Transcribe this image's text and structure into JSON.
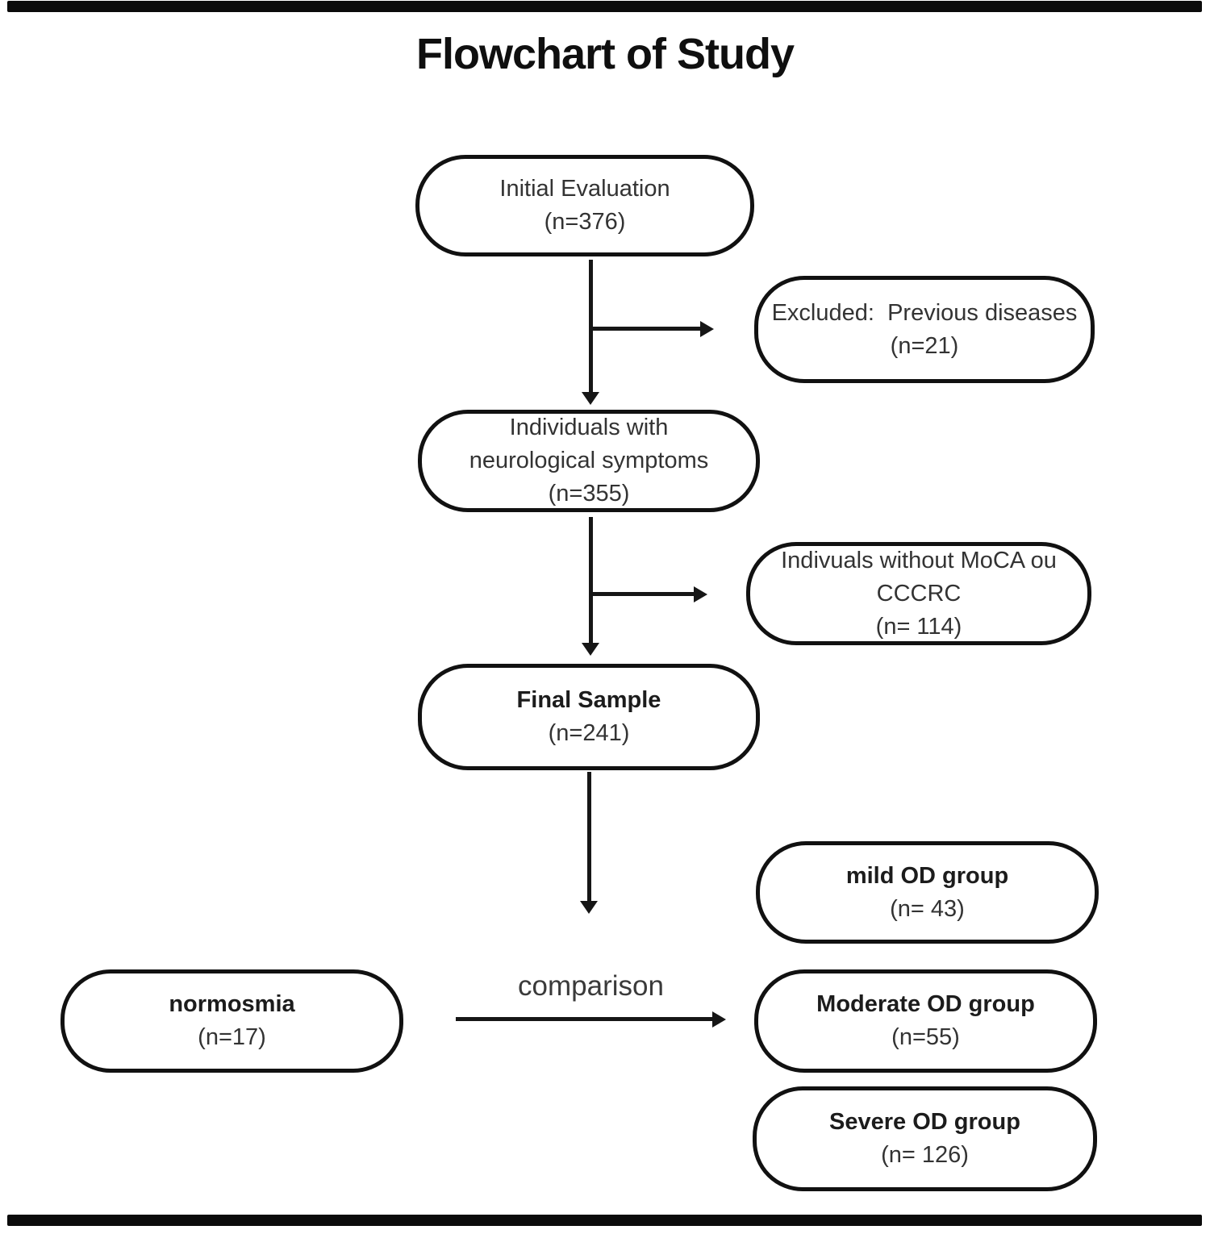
{
  "title": "Flowchart of Study",
  "nodes": {
    "initial": {
      "label": "Initial Evaluation",
      "count": "(n=376)"
    },
    "excluded": {
      "label": "Excluded:  Previous diseases",
      "count": "(n=21)"
    },
    "neuro": {
      "line1": "Individuals with",
      "line2": "neurological symptoms",
      "count": "(n=355)"
    },
    "no_moca": {
      "line1": "Indivuals without MoCA ou",
      "line2": "CCCRC",
      "count": "(n= 114)"
    },
    "final": {
      "label": "Final Sample",
      "count": "(n=241)"
    },
    "mild": {
      "label": "mild OD group",
      "count": "(n= 43)"
    },
    "normosmia": {
      "label": "normosmia",
      "count": "(n=17)"
    },
    "moderate": {
      "label": "Moderate OD group",
      "count": "(n=55)"
    },
    "severe": {
      "label": "Severe OD group",
      "count": "(n= 126)"
    }
  },
  "labels": {
    "comparison": "comparison"
  },
  "colors": {
    "ink": "#111111",
    "text": "#333333",
    "background": "#ffffff"
  }
}
